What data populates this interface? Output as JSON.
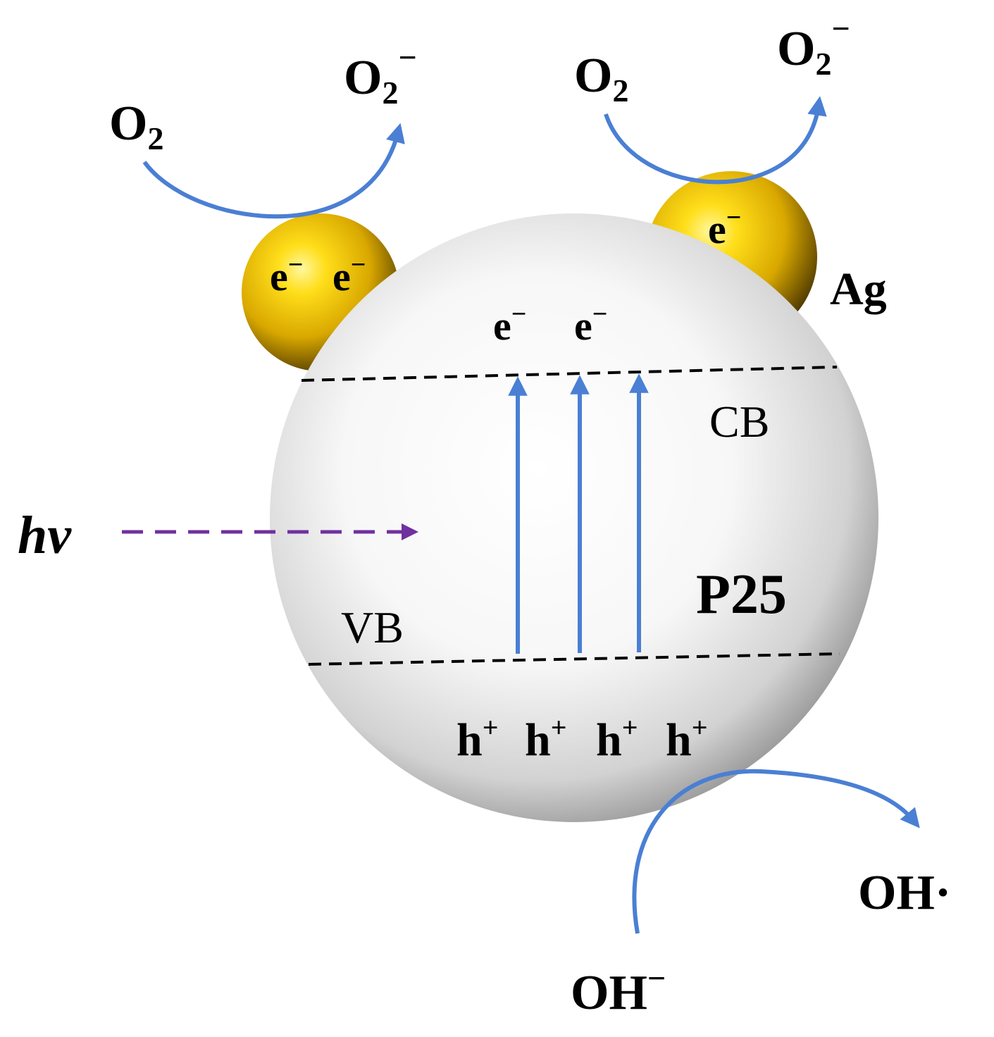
{
  "labels": {
    "o2_left": {
      "base": "O",
      "sub": "2"
    },
    "superoxide_left": {
      "base": "O",
      "sub": "2",
      "sup": "−"
    },
    "o2_right": {
      "base": "O",
      "sub": "2"
    },
    "superoxide_right": {
      "base": "O",
      "sub": "2",
      "sup": "−"
    },
    "ag": "Ag",
    "ag_left_electrons": [
      {
        "base": "e",
        "sup": "−"
      },
      {
        "base": "e",
        "sup": "−"
      }
    ],
    "ag_right_electron": {
      "base": "e",
      "sup": "−"
    },
    "cb_electrons": [
      {
        "base": "e",
        "sup": "−"
      },
      {
        "base": "e",
        "sup": "−"
      }
    ],
    "cb": "CB",
    "vb": "VB",
    "catalyst": "P25",
    "light": "hv",
    "holes": [
      {
        "base": "h",
        "sup": "+"
      },
      {
        "base": "h",
        "sup": "+"
      },
      {
        "base": "h",
        "sup": "+"
      },
      {
        "base": "h",
        "sup": "+"
      }
    ],
    "hydroxide": {
      "base": "OH",
      "sup": "−"
    },
    "hydroxyl_radical": "OH·"
  },
  "colors": {
    "reaction_arrow": "#4a7fd4",
    "light_arrow": "#7030a0",
    "silver_particle": "#f5c400",
    "band_edge": "#000000",
    "sphere_highlight": "#ffffff",
    "sphere_shadow": "#777777"
  }
}
